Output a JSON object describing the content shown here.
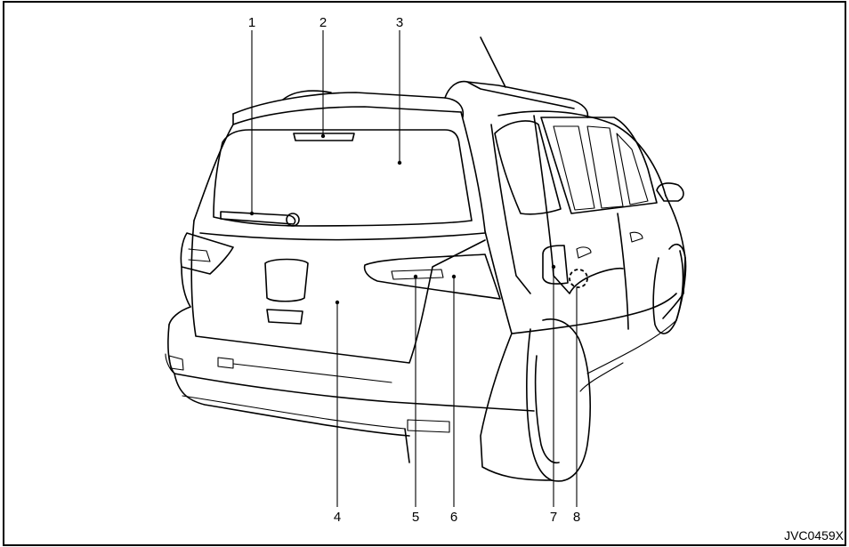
{
  "figure_code": "JVC0459X",
  "callouts": [
    {
      "id": "1",
      "label": "1"
    },
    {
      "id": "2",
      "label": "2"
    },
    {
      "id": "3",
      "label": "3"
    },
    {
      "id": "4",
      "label": "4"
    },
    {
      "id": "5",
      "label": "5"
    },
    {
      "id": "6",
      "label": "6"
    },
    {
      "id": "7",
      "label": "7"
    },
    {
      "id": "8",
      "label": "8"
    }
  ],
  "colors": {
    "ink": "#000000",
    "background": "#ffffff"
  }
}
